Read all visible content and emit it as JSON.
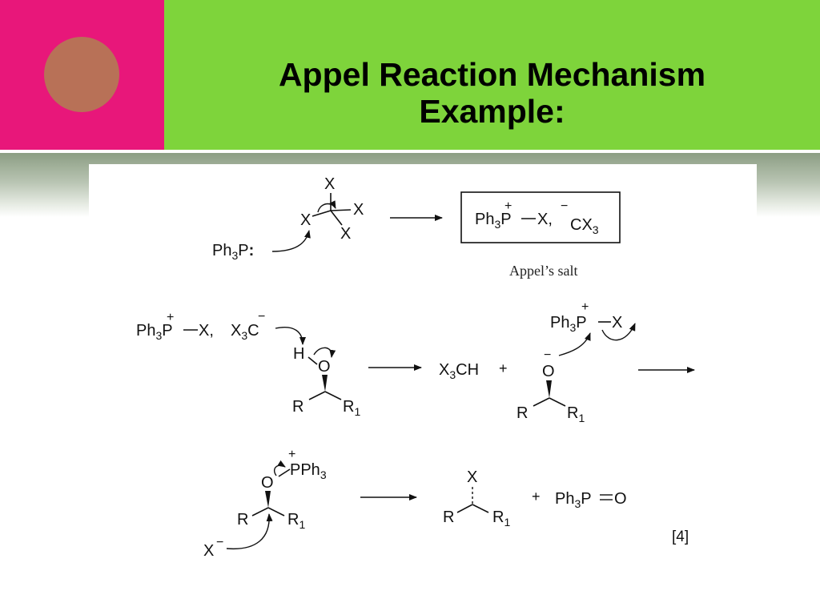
{
  "slide": {
    "title_line1": "Appel Reaction Mechanism",
    "title_line2": "Example:",
    "citation": "[4]"
  },
  "colors": {
    "pink": "#e8177a",
    "green": "#7ed43b",
    "circle": "#b87157"
  },
  "diagram": {
    "step1": {
      "reagent": "Ph3P:",
      "cx4_atoms": [
        "X",
        "X",
        "X",
        "X"
      ],
      "product": "Ph3P+—X,  −CX3",
      "product_label": "Appel’s salt"
    },
    "step2": {
      "salt": "Ph3P+—X,",
      "carbanion": "X3C−",
      "alcohol_atoms": [
        "H",
        "O",
        "R",
        "R1"
      ],
      "byproduct": "X3CH",
      "plus": "+",
      "phosphonium": "Ph3P+—X",
      "alkoxide_atoms": [
        "O−",
        "R",
        "R1"
      ]
    },
    "step3": {
      "oxyphosphonium": "+PPh3",
      "atoms": [
        "O",
        "R",
        "R1"
      ],
      "nucleophile": "X−",
      "product_atoms": [
        "X",
        "R",
        "R1"
      ],
      "plus": "+",
      "phosphine_oxide": "Ph3P=O"
    }
  }
}
